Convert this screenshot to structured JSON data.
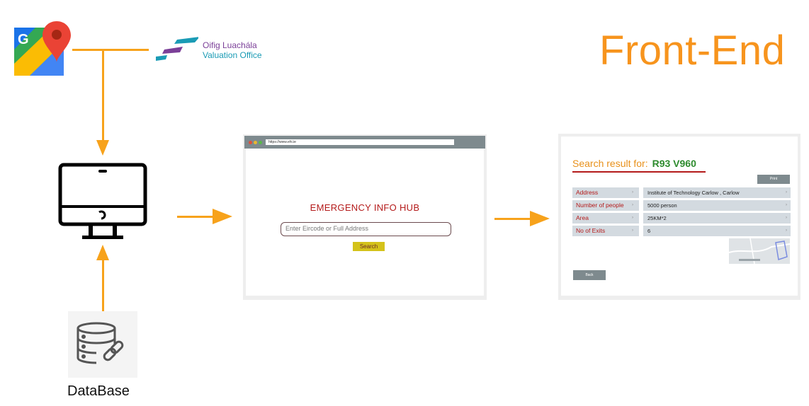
{
  "title": "Front-End",
  "valuation_office": {
    "line1": "Oifig Luachála",
    "line2": "Valuation Office"
  },
  "database": {
    "label": "DataBase"
  },
  "browser": {
    "url": "https://www.ehi.ie",
    "hub_title": "EMERGENCY INFO HUB",
    "search_placeholder": "Enter Eircode or Full Address",
    "search_button": "Search"
  },
  "result": {
    "heading": "Search result for:",
    "code": "R93 V960",
    "print_button": "Print",
    "rows": [
      {
        "key": "Address",
        "value": "Institute of Technology Carlow , Carlow"
      },
      {
        "key": "Number of people",
        "value": "5000 person"
      },
      {
        "key": "Area",
        "value": "25KM*2"
      },
      {
        "key": "No of Exits",
        "value": "6"
      }
    ],
    "back_button": "Back"
  },
  "colors": {
    "connector": "#f7a21b",
    "title": "#f7941d",
    "hub_title": "#b41a1a",
    "search_button": "#d4c21a",
    "result_code": "#2e8b2e"
  }
}
